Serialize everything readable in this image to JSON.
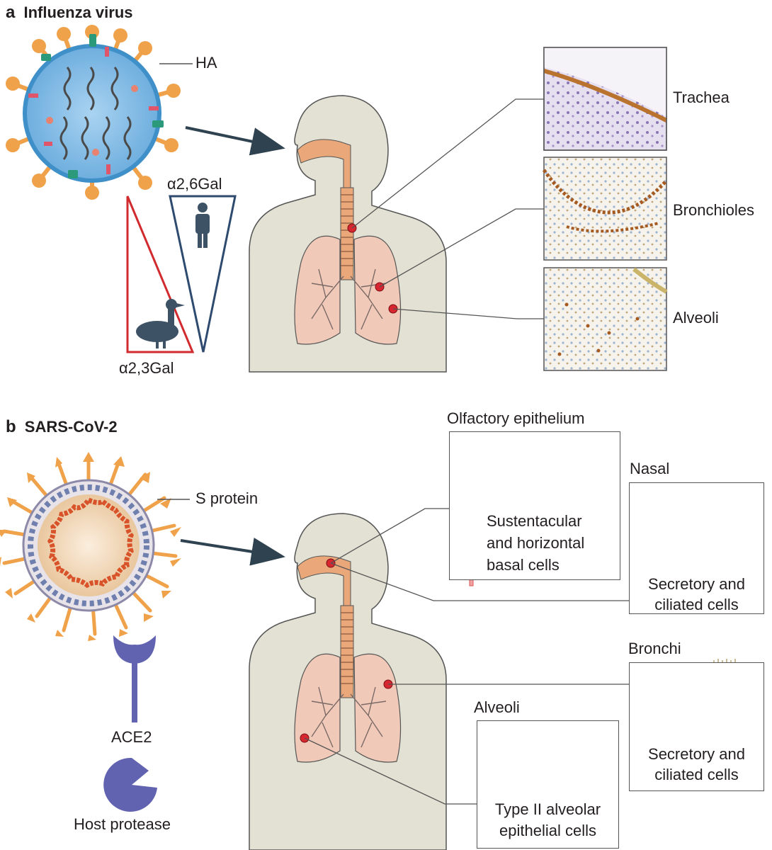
{
  "panel_a": {
    "letter": "a",
    "title": "Influenza virus",
    "virus_label": "HA",
    "receptor_human": "α2,6Gal",
    "receptor_avian": "α2,3Gal",
    "tissues": [
      "Trachea",
      "Bronchioles",
      "Alveoli"
    ]
  },
  "panel_b": {
    "letter": "b",
    "title": "SARS-CoV-2",
    "virus_label": "S protein",
    "receptor": "ACE2",
    "protease": "Host protease",
    "olfactory": {
      "title": "Olfactory epithelium",
      "caption_lines": [
        "Sustentacular",
        "and horizontal",
        "basal cells"
      ]
    },
    "nasal": {
      "title": "Nasal",
      "caption_lines": [
        "Secretory and",
        "ciliated cells"
      ]
    },
    "bronchi": {
      "title": "Bronchi",
      "caption_lines": [
        "Secretory and",
        "ciliated cells"
      ]
    },
    "alveoli": {
      "title": "Alveoli",
      "caption_lines": [
        "Type II alveolar",
        "epithelial cells"
      ]
    }
  },
  "colors": {
    "body": "#e2e1d3",
    "airway": "#e9a77a",
    "lung": "#f1c9b8",
    "infection_dot": "#d7262f",
    "arrow": "#2f4250",
    "influenza_core": "#8fc3e8",
    "spike": "#f0a24b",
    "avian_triangle": "#d12a2f",
    "human_triangle": "#2e4a6e",
    "ace2": "#6263b0"
  }
}
